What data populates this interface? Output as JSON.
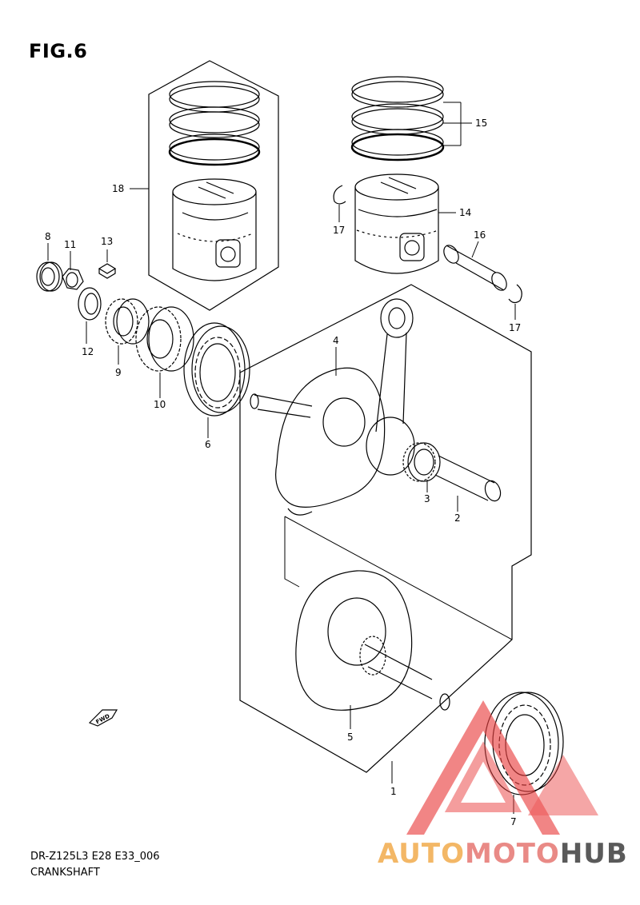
{
  "figure": {
    "title": "FIG.6",
    "code": "DR-Z125L3 E28 E33_006",
    "caption": "CRANKSHAFT"
  },
  "callouts": [
    "1",
    "2",
    "3",
    "4",
    "5",
    "6",
    "7",
    "8",
    "9",
    "10",
    "11",
    "12",
    "13",
    "14",
    "15",
    "16",
    "17",
    "17",
    "18"
  ],
  "fwd_label": "FWD",
  "watermark": {
    "part1": "AUTO",
    "part2": "MOTO",
    "part3": "HUB",
    "colors": {
      "auto": "#f3b766",
      "moto": "#e98a86",
      "hub": "#5a5a5a",
      "triangle": "#e94040"
    }
  }
}
